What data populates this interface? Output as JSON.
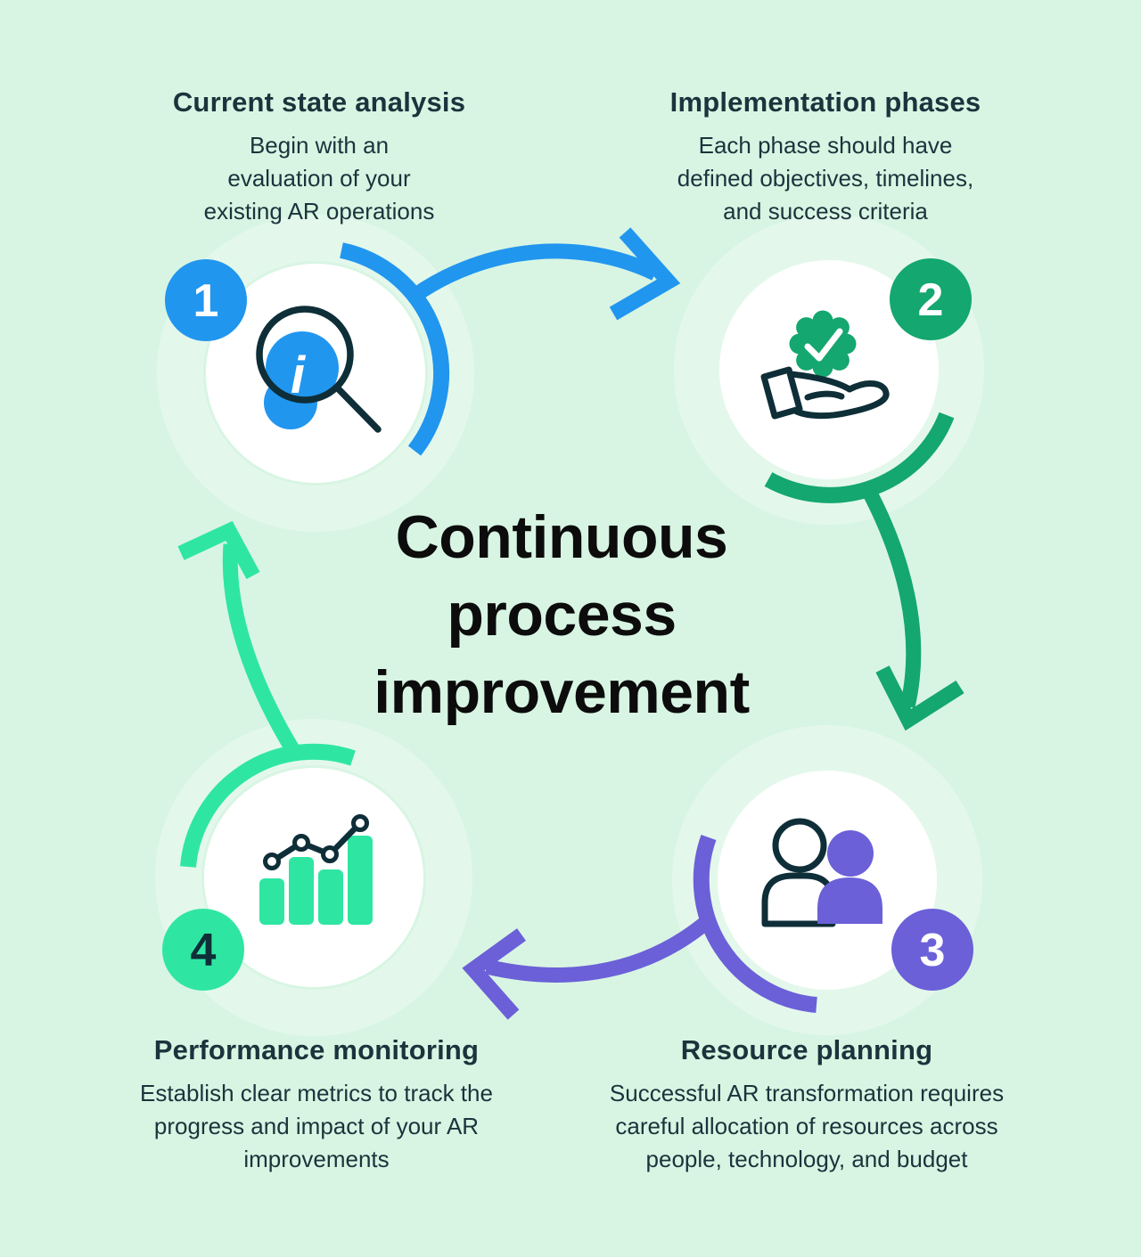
{
  "background_color": "#d8f5e3",
  "text_color": "#1b333c",
  "center_title": {
    "color": "#0c0c0c",
    "lines": [
      "Continuous",
      "process",
      "improvement"
    ]
  },
  "steps": [
    {
      "number": "1",
      "heading": "Current state analysis",
      "description_lines": [
        "Begin with an",
        "evaluation of your",
        "existing AR operations"
      ],
      "accent_color": "#2196ef",
      "icon": "magnifier-info-icon",
      "icon_glyph": "i"
    },
    {
      "number": "2",
      "heading": "Implementation phases",
      "description_lines": [
        "Each phase should have",
        "defined objectives, timelines,",
        "and success criteria"
      ],
      "accent_color": "#14a76f",
      "icon": "hand-check-badge-icon"
    },
    {
      "number": "3",
      "heading": "Resource planning",
      "description_lines": [
        "Successful AR transformation requires",
        "careful allocation of resources across",
        "people, technology, and budget"
      ],
      "accent_color": "#6b60d8",
      "icon": "people-icon"
    },
    {
      "number": "4",
      "heading": "Performance monitoring",
      "description_lines": [
        "Establish clear metrics to track the",
        "progress and impact of your AR",
        "improvements"
      ],
      "accent_color": "#2ee6a2",
      "icon": "bar-chart-trend-icon"
    }
  ]
}
